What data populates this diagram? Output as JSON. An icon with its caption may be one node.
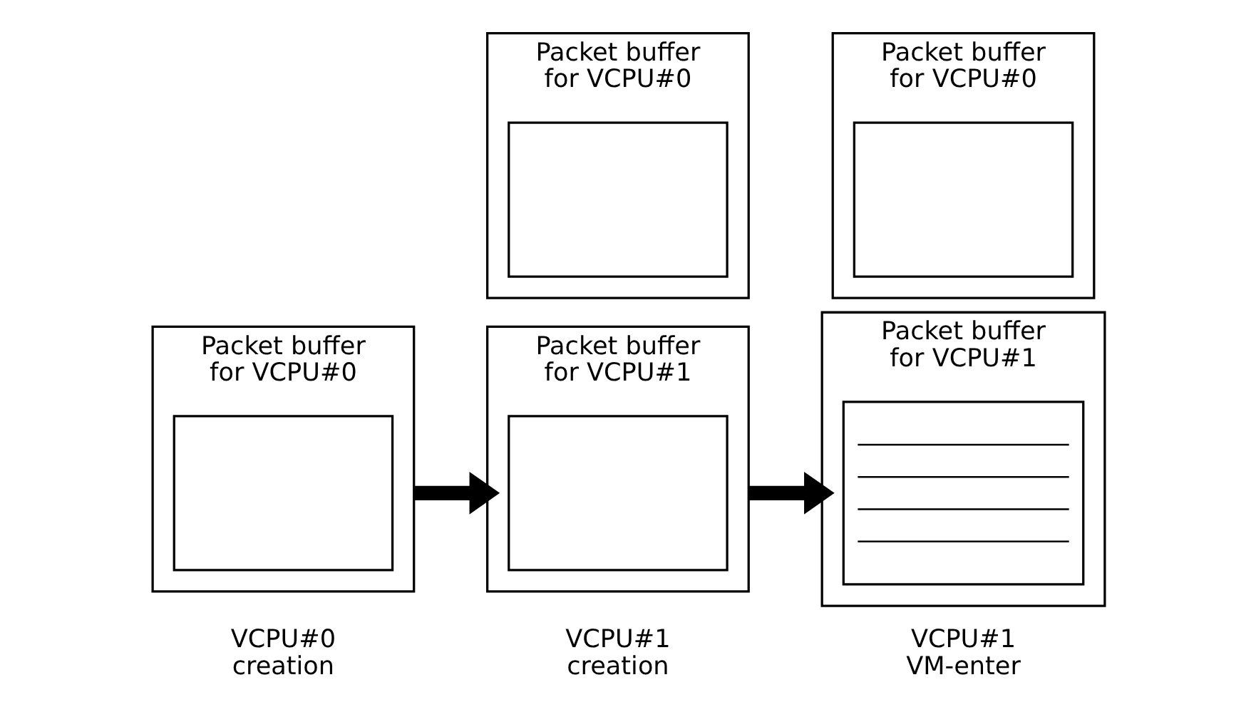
{
  "diagram": {
    "nodes": [
      {
        "text": [
          "Packet buffer for VCPU#0"
        ],
        "beside": [
          "VCPU#0 creation"
        ]
      },
      {
        "text": [],
        "shape": "box",
        "in": 0
      },
      {
        "text": [
          "Packet buffer for VCPU#0"
        ]
      },
      {
        "text": [],
        "shape": "box",
        "in": 2
      },
      {
        "text": [
          "Packet buffer for VCPU#1"
        ],
        "beside": [
          "VCPU#1 creation"
        ]
      },
      {
        "text": [],
        "shape": "box",
        "in": 4
      },
      {
        "text": [
          "Packet buffer for VCPU#0"
        ]
      },
      {
        "text": [],
        "shape": "box",
        "in": 6
      },
      {
        "text": [
          "Packet buffer for VCPU#1"
        ],
        "beside": [
          "VCPU#1 VM-enter"
        ]
      },
      {
        "text": [],
        "shape": "lines",
        "in": 8
      }
    ],
    "edges": [
      {
        "from": 0,
        "to": 4,
        "arrow": "to"
      },
      {
        "from": 4,
        "to": 8,
        "arrow": "to"
      }
    ]
  }
}
